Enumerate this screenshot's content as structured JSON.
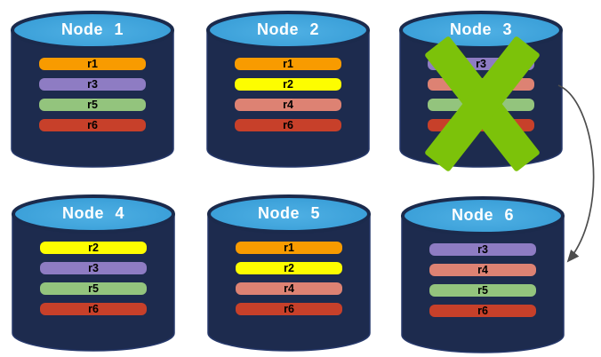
{
  "nodes": [
    {
      "name": "Node 1",
      "replicas": [
        {
          "label": "r1",
          "color": "#F89B00"
        },
        {
          "label": "r3",
          "color": "#8E7CC3"
        },
        {
          "label": "r5",
          "color": "#93C47D"
        },
        {
          "label": "r6",
          "color": "#C7402A"
        }
      ]
    },
    {
      "name": "Node 2",
      "replicas": [
        {
          "label": "r1",
          "color": "#F89B00"
        },
        {
          "label": "r2",
          "color": "#FDFD00"
        },
        {
          "label": "r4",
          "color": "#DD8273"
        },
        {
          "label": "r6",
          "color": "#C7402A"
        }
      ]
    },
    {
      "name": "Node 3",
      "replicas": [
        {
          "label": "r3",
          "color": "#8E7CC3"
        },
        {
          "label": "r4",
          "color": "#DD8273"
        },
        {
          "label": "r5",
          "color": "#93C47D"
        },
        {
          "label": "r6",
          "color": "#C7402A"
        }
      ]
    },
    {
      "name": "Node 4",
      "replicas": [
        {
          "label": "r2",
          "color": "#FDFD00"
        },
        {
          "label": "r3",
          "color": "#8E7CC3"
        },
        {
          "label": "r5",
          "color": "#93C47D"
        },
        {
          "label": "r6",
          "color": "#C7402A"
        }
      ]
    },
    {
      "name": "Node 5",
      "replicas": [
        {
          "label": "r1",
          "color": "#F89B00"
        },
        {
          "label": "r2",
          "color": "#FDFD00"
        },
        {
          "label": "r4",
          "color": "#DD8273"
        },
        {
          "label": "r6",
          "color": "#C7402A"
        }
      ]
    },
    {
      "name": "Node 6",
      "replicas": [
        {
          "label": "r3",
          "color": "#8E7CC3"
        },
        {
          "label": "r4",
          "color": "#DD8273"
        },
        {
          "label": "r5",
          "color": "#93C47D"
        },
        {
          "label": "r6",
          "color": "#C7402A"
        }
      ]
    }
  ],
  "failure_marker": {
    "on_node": "Node 3",
    "color": "#7CC20A"
  },
  "arrow": {
    "from": "Node 3",
    "to": "Node 6",
    "color": "#4D4D4D"
  },
  "palette": {
    "cylinder_body": "#1D2B4E",
    "cylinder_top": "#3A9FD8",
    "title_text": "#FFFFFF",
    "replica_text": "#000000",
    "background": "#FFFFFF"
  }
}
